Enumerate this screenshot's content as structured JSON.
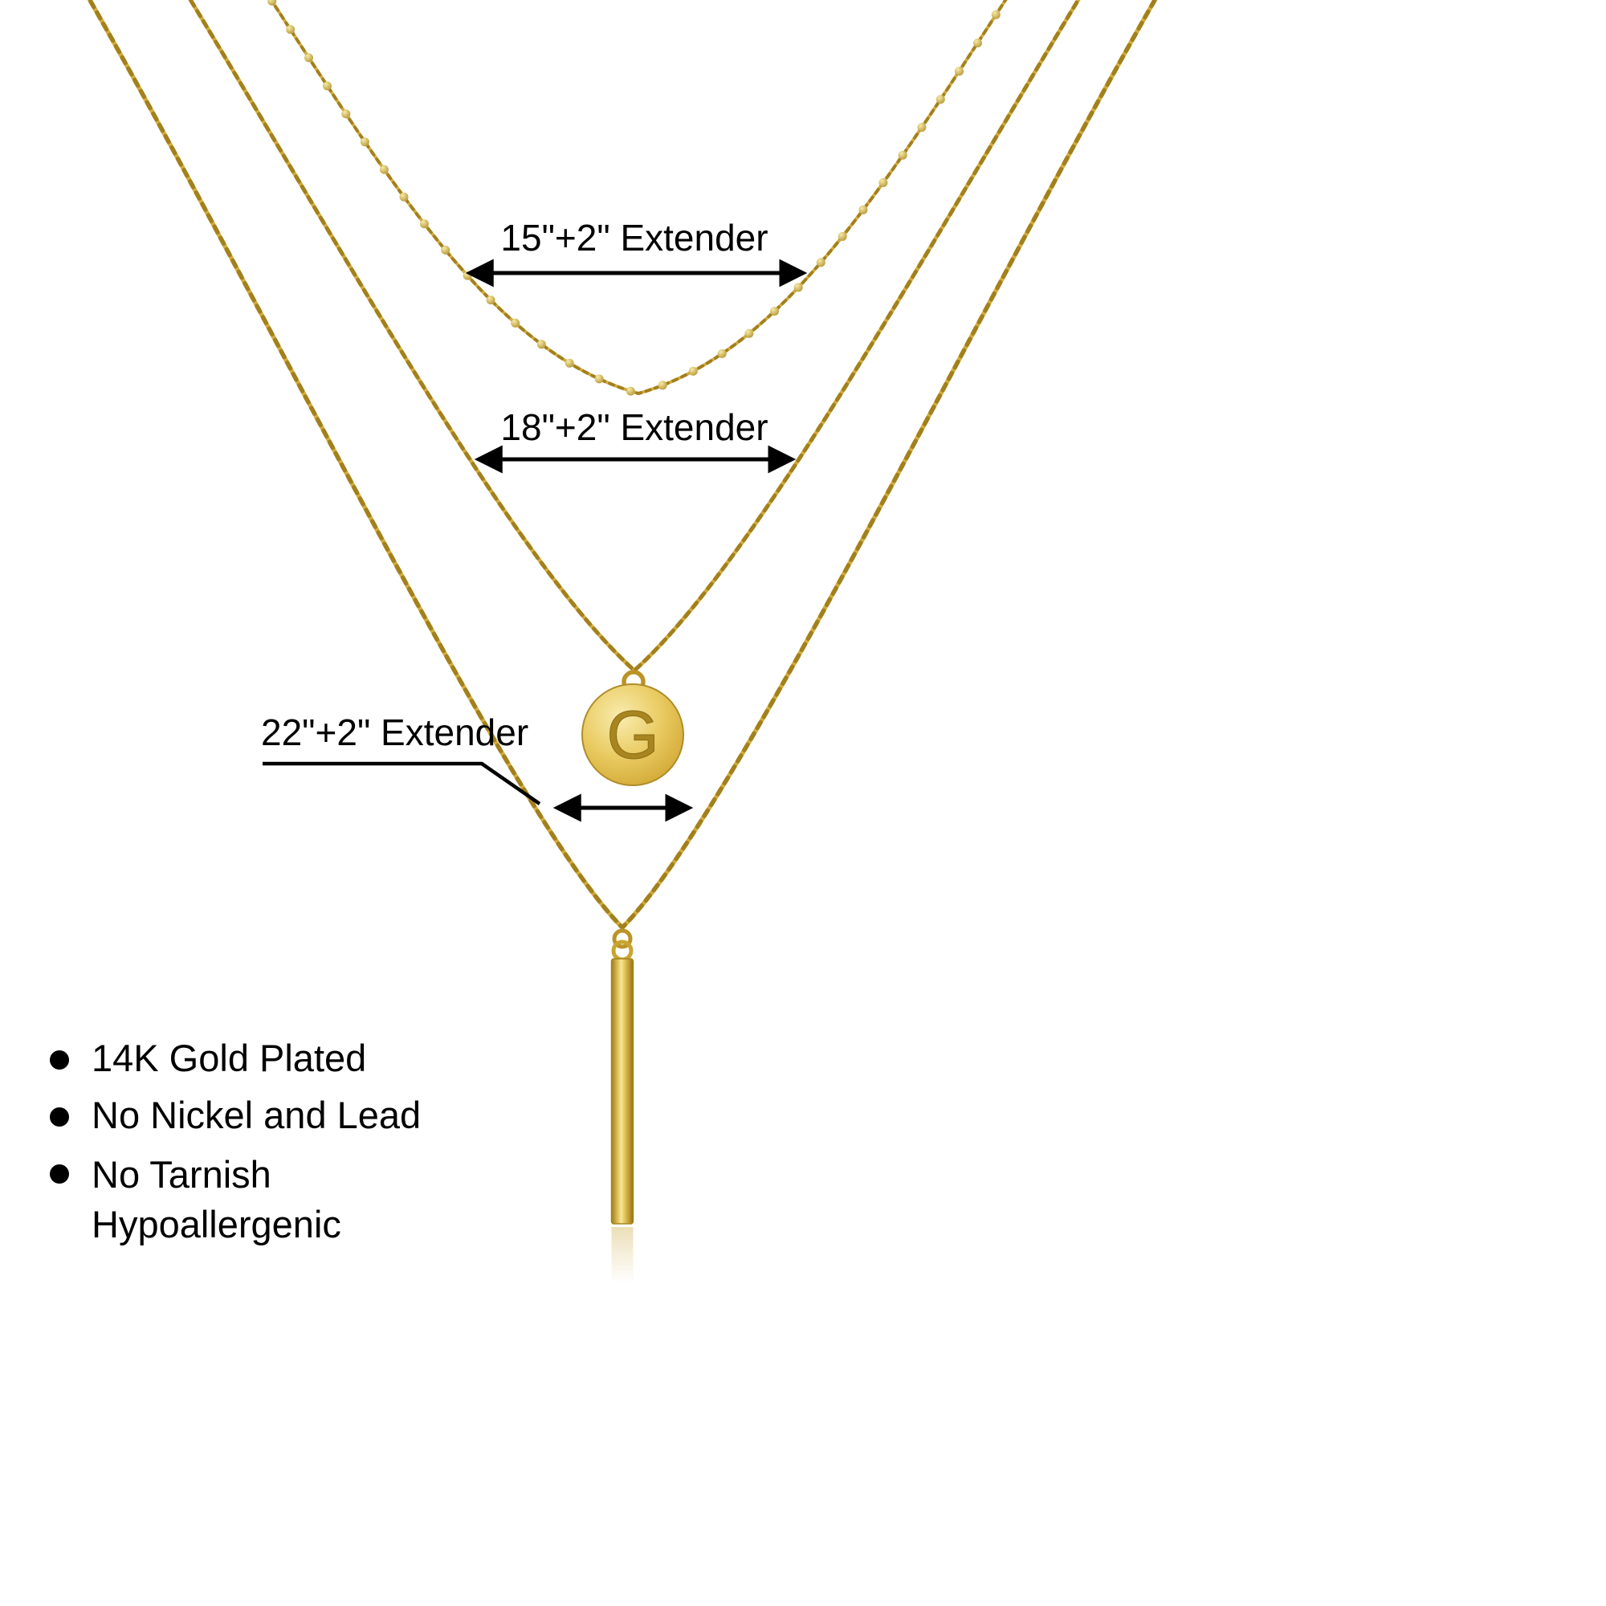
{
  "product": {
    "pendant_initial": "G",
    "chains": [
      {
        "id": "chain-15",
        "label": "15\"+2\" Extender"
      },
      {
        "id": "chain-18",
        "label": "18\"+2\" Extender"
      },
      {
        "id": "chain-22",
        "label": "22\"+2\" Extender"
      }
    ],
    "features": [
      {
        "line1": "14K Gold Plated"
      },
      {
        "line1": "No Nickel and Lead"
      },
      {
        "line1": "No Tarnish",
        "line2": "Hypoallergenic"
      }
    ],
    "colors": {
      "gold": "#D5AE42",
      "gold_dark": "#A2801C",
      "gold_light": "#F3E192",
      "annotation": "#000000",
      "background": "#FFFFFF"
    }
  }
}
